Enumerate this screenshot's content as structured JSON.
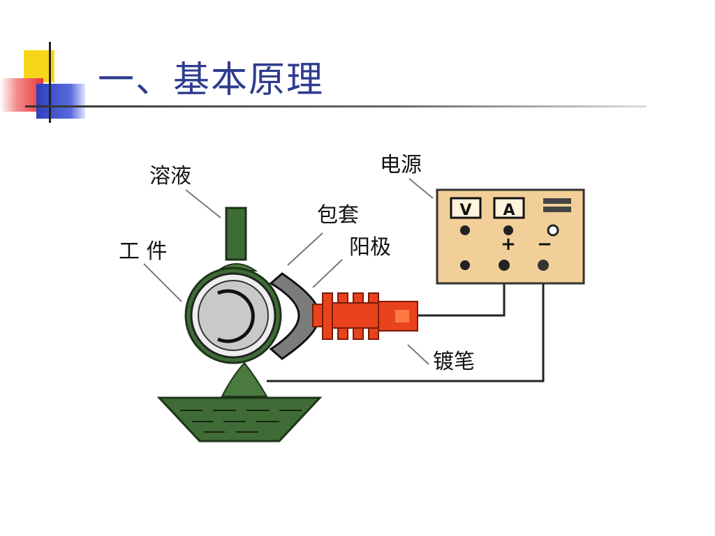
{
  "title": "一、基本原理",
  "diagram": {
    "labels": {
      "solution": "溶液",
      "power_supply": "电源",
      "sleeve": "包套",
      "anode": "阳极",
      "workpiece": "工 件",
      "plating_pen": "镀笔"
    },
    "meters": {
      "voltmeter": "V",
      "ammeter": "A"
    },
    "terminals": {
      "positive": "+",
      "negative": "−"
    }
  },
  "colors": {
    "title": "#2e3b8f",
    "panel": "#f2cf98",
    "solution": "#3f6b36",
    "anode": "#e8431c",
    "sleeve": "#7c7c7c",
    "workpiece": "#c9c9c9"
  }
}
